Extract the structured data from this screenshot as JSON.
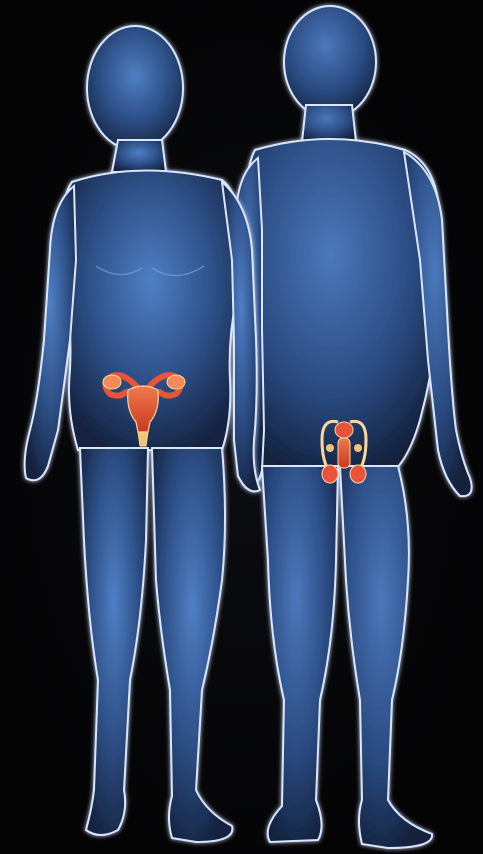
{
  "scene": {
    "description_colors": {
      "background": "#050507",
      "body_fill_light": "#4f7fc4",
      "body_fill_mid": "#2d4f86",
      "body_fill_dark": "#14223f",
      "body_outline": "#d9e6ff",
      "organ_primary": "#e8533a",
      "organ_highlight": "#f6c27a",
      "organ_outline": "#ffd6a0"
    },
    "figures": [
      {
        "id": "female",
        "organ": "female-reproductive-organs"
      },
      {
        "id": "male",
        "organ": "male-reproductive-organs"
      }
    ]
  }
}
